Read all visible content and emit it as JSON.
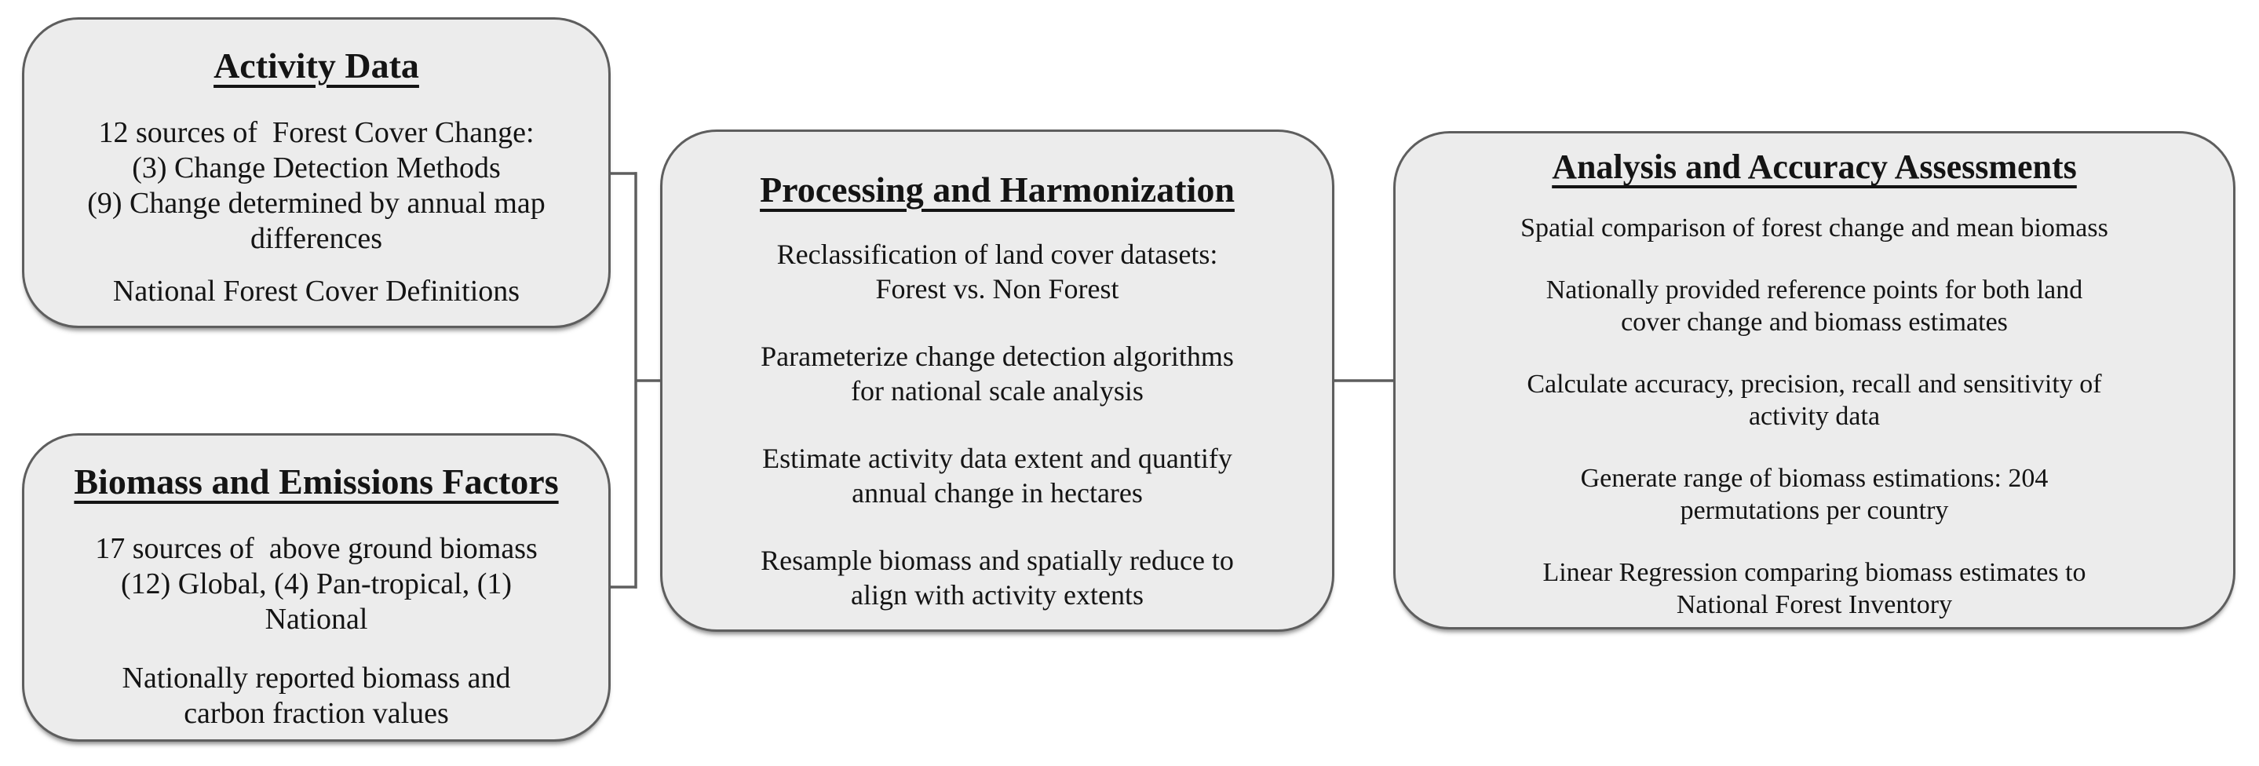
{
  "colors": {
    "box_fill": "#ececec",
    "box_border": "#5e5e5e",
    "connector": "#5e5e5e",
    "text_color": "#141414"
  },
  "boxes": [
    {
      "id": "activity-data",
      "title": "Activity Data",
      "paragraphs": [
        "12 sources of  Forest Cover Change:\n(3) Change Detection Methods\n(9) Change determined by annual map\ndifferences",
        "National Forest Cover Definitions"
      ]
    },
    {
      "id": "biomass-and-emissions-factors",
      "title": "Biomass and Emissions Factors",
      "paragraphs": [
        "17 sources of  above ground biomass\n(12) Global, (4) Pan-tropical, (1)\nNational",
        "Nationally reported biomass and\ncarbon fraction values"
      ]
    },
    {
      "id": "processing-and-harmonization",
      "title": "Processing and Harmonization",
      "paragraphs": [
        "Reclassification of land cover datasets:\nForest vs. Non Forest",
        "Parameterize change detection algorithms\nfor national scale analysis",
        "Estimate activity data extent and quantify\nannual change in hectares",
        "Resample biomass and spatially reduce to\nalign with activity extents"
      ]
    },
    {
      "id": "analysis-and-accuracy-assessments",
      "title": "Analysis and Accuracy Assessments",
      "paragraphs": [
        "Spatial comparison of forest change and mean biomass",
        "Nationally provided reference points for both land\ncover change and biomass estimates",
        "Calculate accuracy, precision, recall and sensitivity of\nactivity data",
        "Generate range of biomass estimations: 204\npermutations per country",
        "Linear Regression comparing biomass estimates to\nNational Forest Inventory"
      ]
    }
  ]
}
